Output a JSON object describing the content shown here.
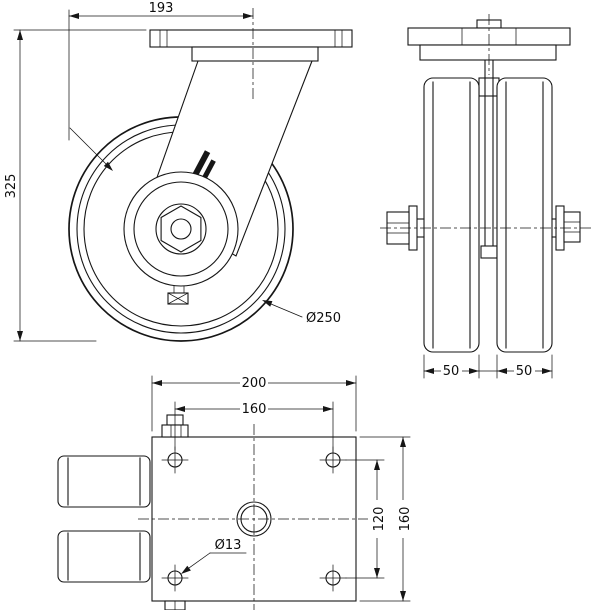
{
  "colors": {
    "background": "#ffffff",
    "line": "#161616"
  },
  "drawing": {
    "front_view": {
      "dim_offset": "193",
      "dim_height": "325",
      "dim_wheel_diameter": "Ø250"
    },
    "side_view": {
      "dim_wheel_width_left": "50",
      "dim_wheel_width_right": "50"
    },
    "top_view": {
      "dim_plate_length": "200",
      "dim_bolt_spacing_horizontal": "160",
      "dim_bolt_spacing_vertical": "120",
      "dim_plate_width": "160",
      "dim_bolt_hole_diameter": "Ø13"
    }
  }
}
